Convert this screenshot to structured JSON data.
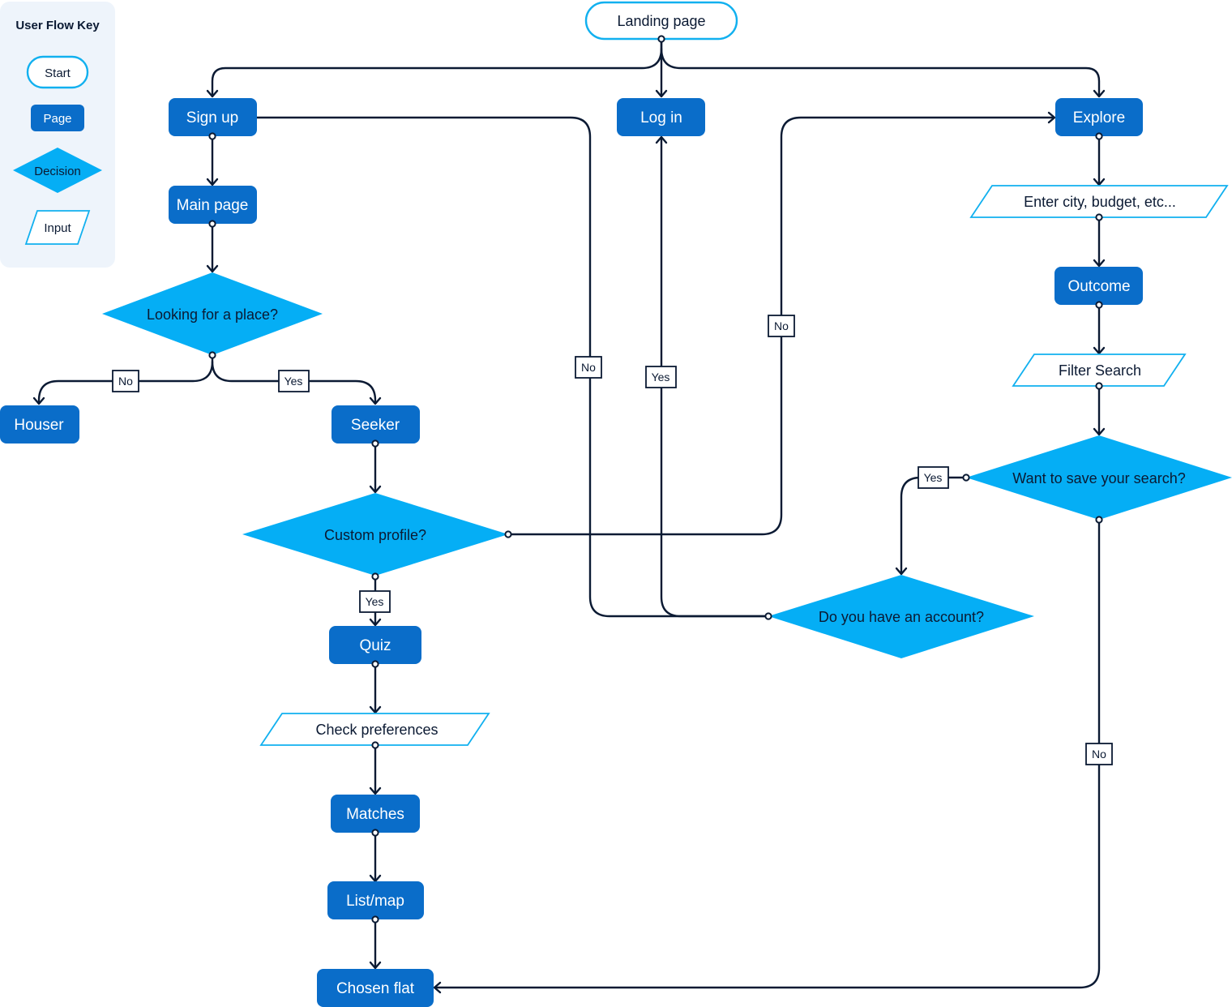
{
  "key": {
    "title": "User Flow Key",
    "start": "Start",
    "page": "Page",
    "decision": "Decision",
    "input": "Input"
  },
  "nodes": {
    "landing": "Landing page",
    "signup": "Sign up",
    "login": "Log in",
    "explore": "Explore",
    "mainpage": "Main page",
    "enter_city": "Enter city, budget, etc...",
    "outcome": "Outcome",
    "looking": "Looking for a place?",
    "filter": "Filter Search",
    "houser": "Houser",
    "seeker": "Seeker",
    "save_search": "Want to save your search?",
    "custom_profile": "Custom profile?",
    "have_account": "Do you have an account?",
    "quiz": "Quiz",
    "check_prefs": "Check preferences",
    "matches": "Matches",
    "listmap": "List/map",
    "chosen": "Chosen flat"
  },
  "edge_labels": {
    "looking_no": "No",
    "looking_yes": "Yes",
    "signup_no": "No",
    "login_yes": "Yes",
    "custom_no": "No",
    "custom_yes": "Yes",
    "save_yes": "Yes",
    "save_no": "No"
  },
  "colors": {
    "page": "#0a6dc9",
    "decision": "#05aef5",
    "outline": "#11b0ef",
    "line": "#0b1a33"
  }
}
